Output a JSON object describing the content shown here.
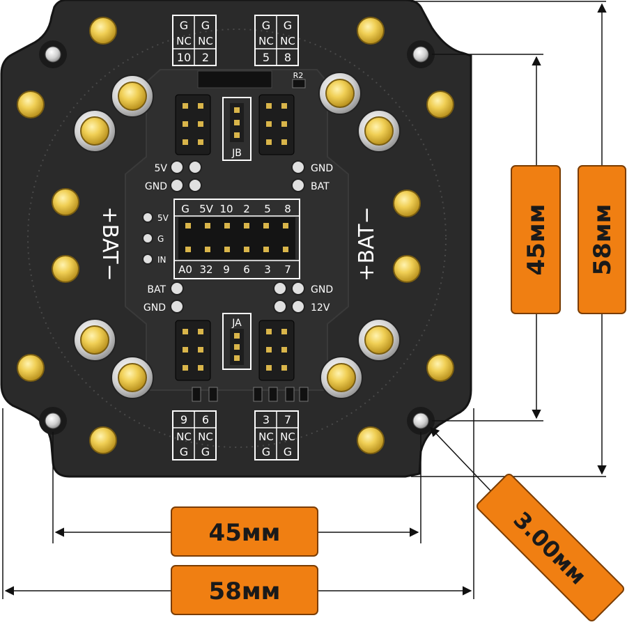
{
  "board": {
    "pad_groups": {
      "top_left": {
        "rows": [
          [
            "G",
            "G"
          ],
          [
            "NC",
            "NC"
          ],
          [
            "10",
            "2"
          ]
        ]
      },
      "top_right": {
        "rows": [
          [
            "G",
            "G"
          ],
          [
            "NC",
            "NC"
          ],
          [
            "5",
            "8"
          ]
        ]
      },
      "bottom_left": {
        "rows": [
          [
            "9",
            "6"
          ],
          [
            "NC",
            "NC"
          ],
          [
            "G",
            "G"
          ]
        ]
      },
      "bottom_right": {
        "rows": [
          [
            "3",
            "7"
          ],
          [
            "NC",
            "NC"
          ],
          [
            "G",
            "G"
          ]
        ]
      }
    },
    "connector_labels": {
      "jb": "JB",
      "ja": "JA",
      "r2": "R2"
    },
    "main_header": {
      "top_labels": [
        "G",
        "5V",
        "10",
        "2",
        "5",
        "8"
      ],
      "bottom_labels": [
        "A0",
        "32",
        "9",
        "6",
        "3",
        "7"
      ]
    },
    "power_labels": {
      "top_left": [
        "5V",
        "GND"
      ],
      "top_right": [
        "GND",
        "BAT"
      ],
      "bottom_left": [
        "BAT",
        "GND"
      ],
      "bottom_right": [
        "GND",
        "12V"
      ],
      "side_left": [
        "5V",
        "G",
        "IN"
      ]
    },
    "battery_labels": {
      "left": "+BAT−",
      "right": "+BAT−"
    },
    "colors": {
      "pcb": "#2b2b2b",
      "pcb_edge": "#1c1c1c",
      "gold_pad": "#e8c44a",
      "silkscreen": "#ffffff",
      "dimension_badge": "#f07f12"
    }
  },
  "dimensions": {
    "horizontal_inner": "45мм",
    "horizontal_outer": "58мм",
    "vertical_inner": "45мм",
    "vertical_outer": "58мм",
    "hole_diameter": "3.00мм"
  }
}
